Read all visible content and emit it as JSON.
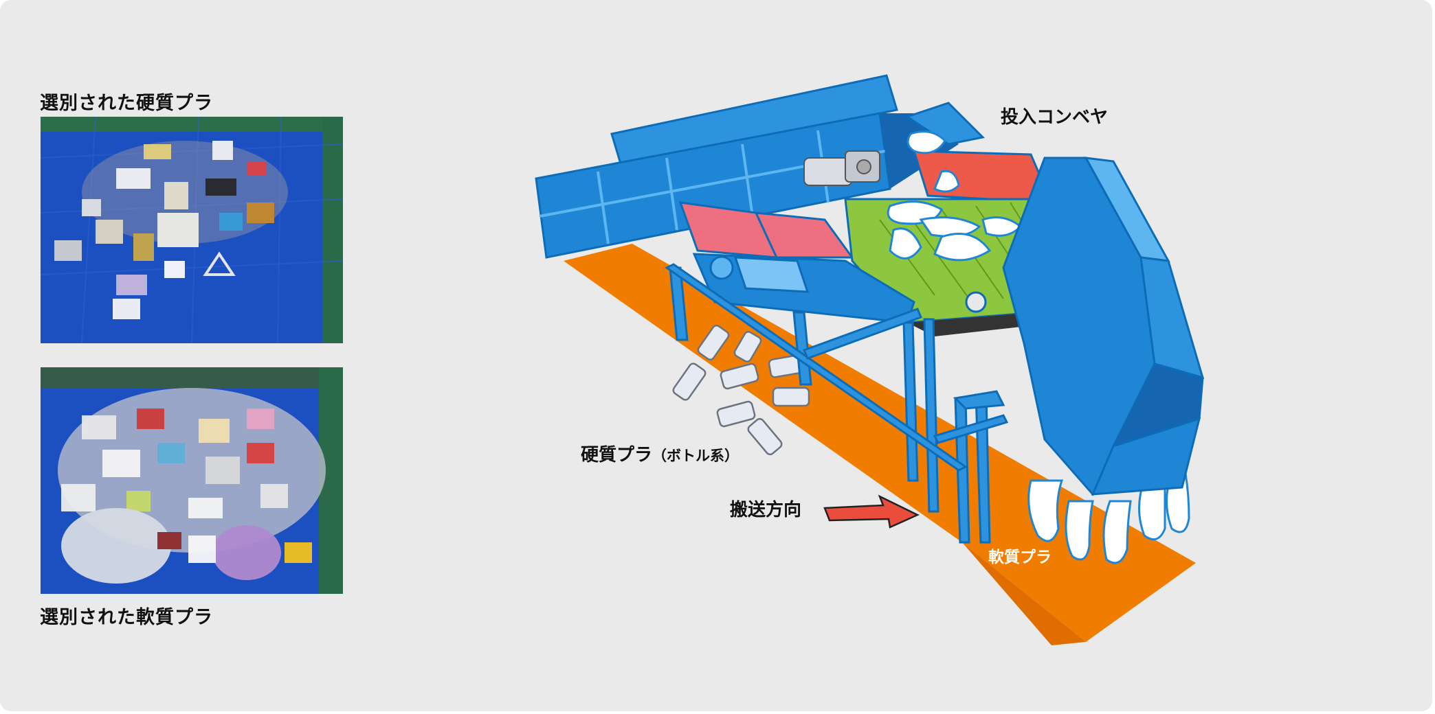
{
  "captions": {
    "hard_plastics": "選別された硬質プラ",
    "soft_plastics": "選別された軟質プラ"
  },
  "diagram_labels": {
    "feed_conveyor": "投入コンベヤ",
    "hard_plastics_main": "硬質プラ",
    "hard_plastics_sub": "（ボトル系）",
    "transport_direction": "搬送方向",
    "soft_plastics": "軟質プラ"
  },
  "colors": {
    "panel_bg": "#eaeaea",
    "machine_blue": "#1f86d6",
    "floor_orange": "#f07d00",
    "belt_green": "#8dc63f",
    "hopper_red": "#ee5a4a",
    "hopper_pink": "#ee7080",
    "arrow_red": "#ea4d3c",
    "tarp_blue": "#1a49b5"
  },
  "icons": [
    "hard-plastics-photo",
    "soft-plastics-photo",
    "sorting-machine-illustration",
    "direction-arrow-icon"
  ]
}
